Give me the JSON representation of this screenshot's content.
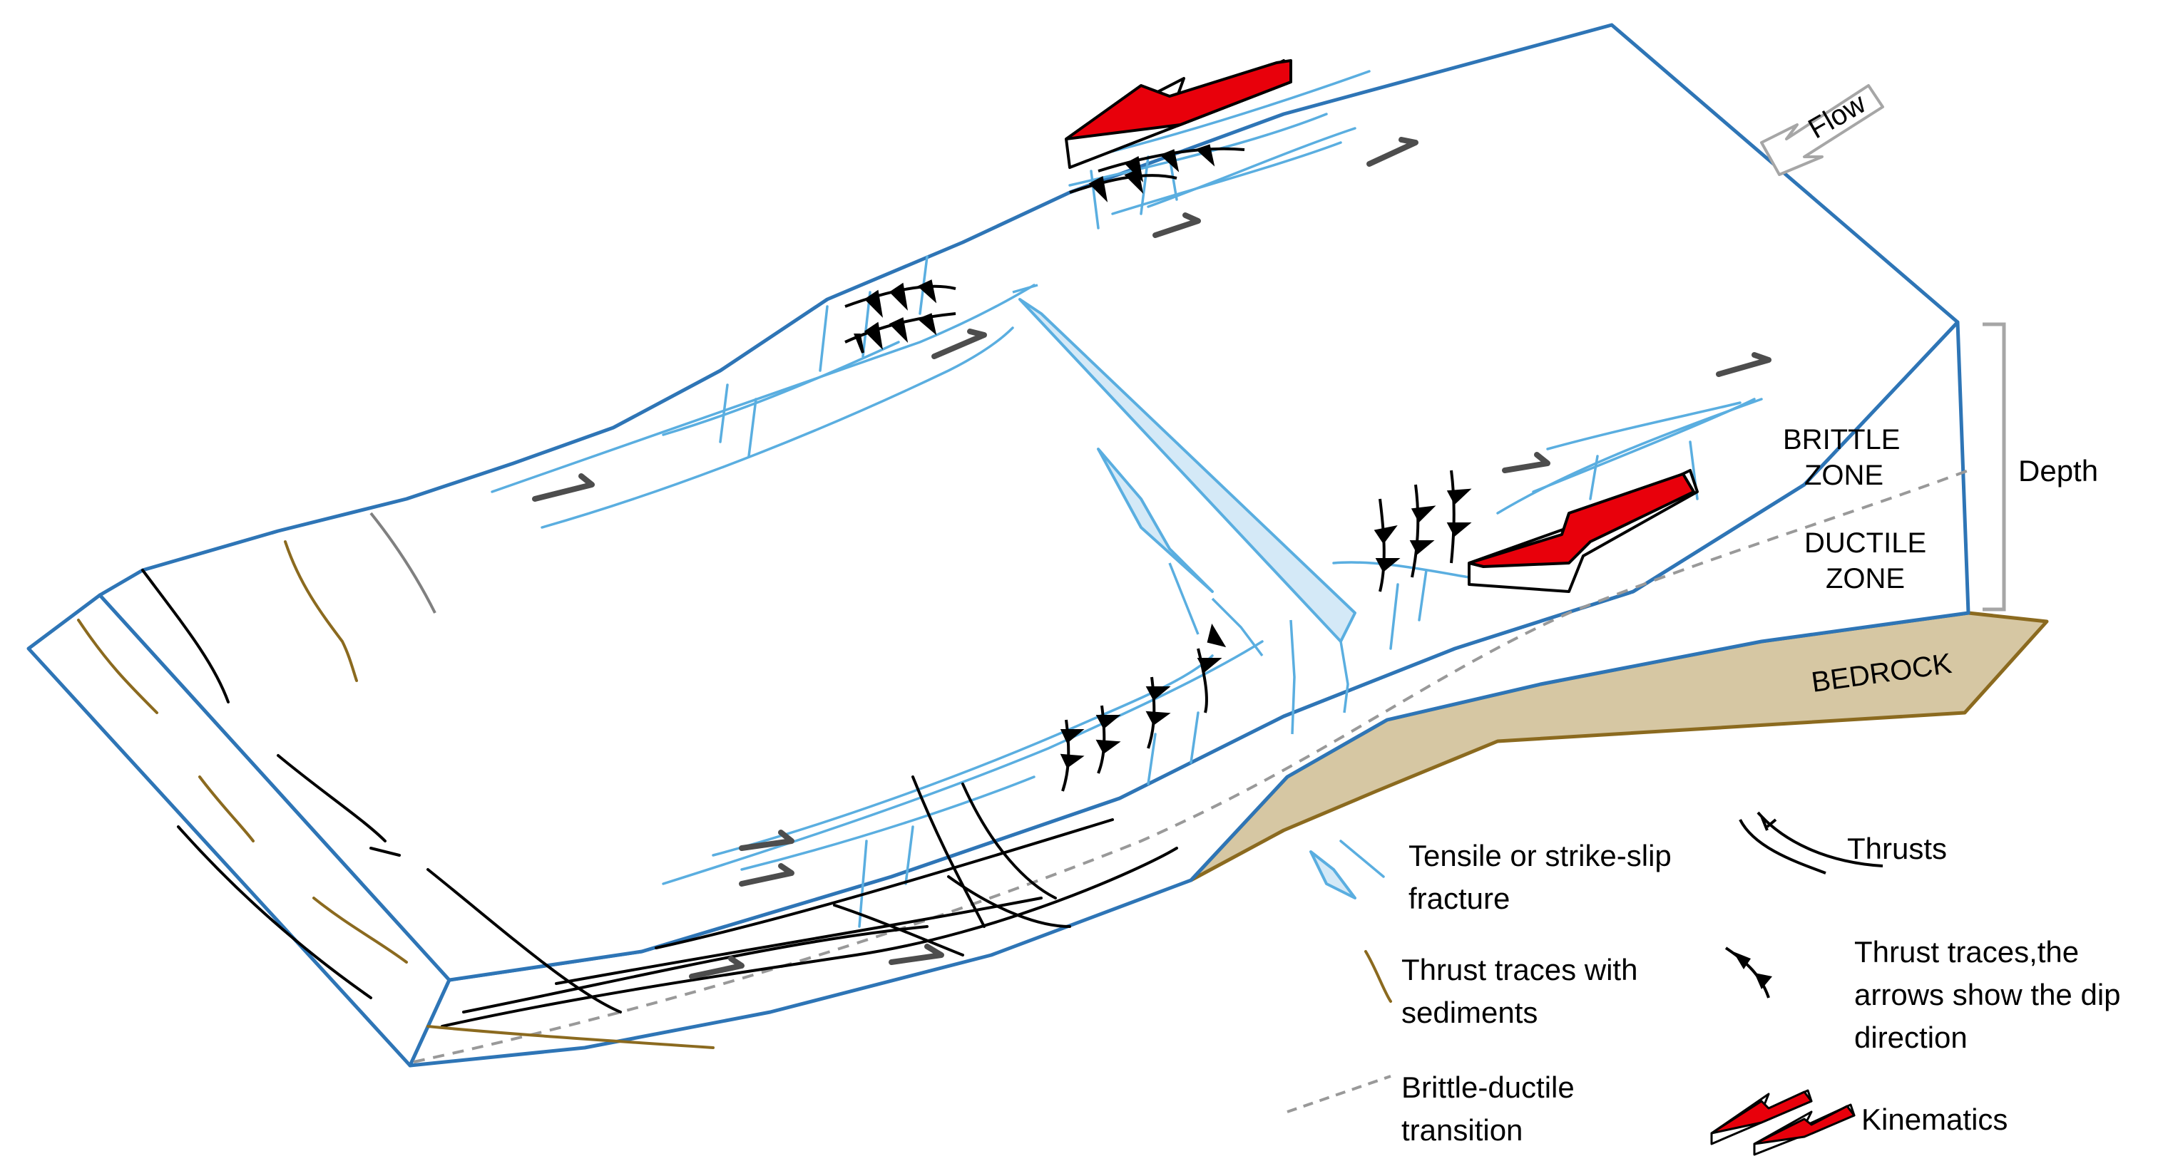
{
  "labels": {
    "flow": "Flow",
    "brittle_1": "BRITTLE",
    "brittle_2": "ZONE",
    "ductile_1": "DUCTILE",
    "ductile_2": "ZONE",
    "depth": "Depth",
    "bedrock": "BEDROCK"
  },
  "legend": {
    "tensile_1": "Tensile or strike-slip",
    "tensile_2": "fracture",
    "thrusts": "Thrusts",
    "sed_1": "Thrust traces with",
    "sed_2": "sediments",
    "traces_1": "Thrust traces,the",
    "traces_2": "arrows show the dip",
    "traces_3": "direction",
    "bd_1": "Brittle-ductile",
    "bd_2": "transition",
    "kinematics": "Kinematics"
  },
  "colors": {
    "outline": "#2e75b6",
    "fracture": "#5aaee0",
    "fracture_fill": "#d4e9f7",
    "thrust": "#000000",
    "sediment_trace": "#8b6a1f",
    "bedrock": "#d6c7a3",
    "bedrock_edge": "#8b6a1f",
    "kinematic_red": "#e8000b",
    "transition": "#999999",
    "flow_arrow": "#a6a6a6",
    "slip_arrow": "#4d4d4d"
  }
}
